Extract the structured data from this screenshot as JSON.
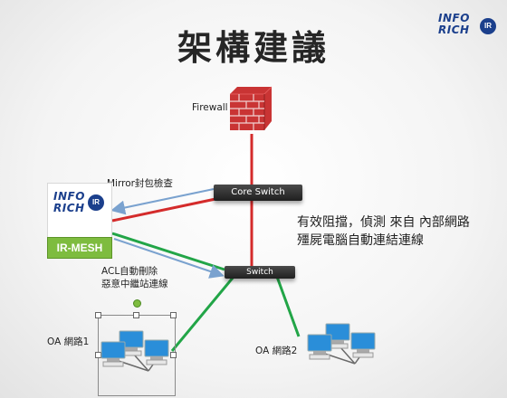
{
  "title": "架構建議",
  "logo": {
    "line1": "INFO",
    "line2": "RICH",
    "mark": "IR"
  },
  "nodes": {
    "firewall": "Firewall",
    "core_switch": "Core Switch",
    "switch": "Switch",
    "ir_mesh": "IR-MESH",
    "oa1": "OA 網路1",
    "oa2": "OA 網路2"
  },
  "annotations": {
    "mirror": "Mirror封包檢查",
    "acl_line1": "ACL自動刪除",
    "acl_line2": "惡意中繼站連線",
    "note_line1": "有效阻擋，偵測 來自 內部網路",
    "note_line2": "殭屍電腦自動連結連線"
  },
  "colors": {
    "red_link": "#d42b2b",
    "green_link": "#22a547",
    "blue_link": "#7aa2cf",
    "mesh_green": "#7ebc3f"
  }
}
